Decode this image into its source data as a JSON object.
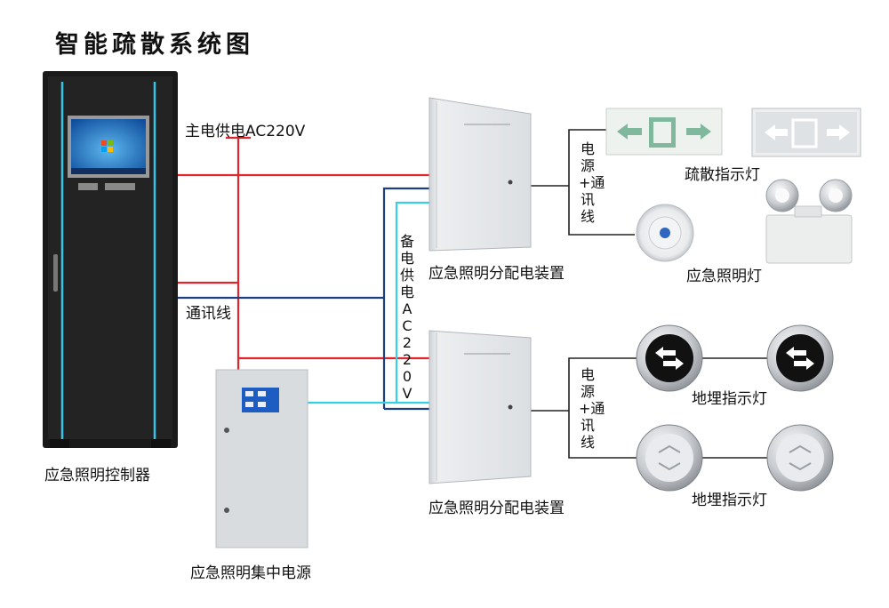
{
  "title": "智能疏散系统图",
  "labels": {
    "main_power": "主电供电AC220V",
    "comm_line": "通讯线",
    "backup_power": "备电供电AC220V",
    "controller": "应急照明控制器",
    "central_power": "应急照明集中电源",
    "dist_device_1": "应急照明分配电装置",
    "dist_device_2": "应急照明分配电装置",
    "power_comm_1": "电源+通讯线",
    "power_comm_2": "电源+通讯线",
    "evac_sign": "疏散指示灯",
    "emergency_light": "应急照明灯",
    "floor_indicator_1": "地埋指示灯",
    "floor_indicator_2": "地埋指示灯"
  },
  "colors": {
    "main_power_line": "#e0262b",
    "backup_power_line": "#35d0e6",
    "comm_line": "#1c3f80",
    "load_line": "#222222",
    "cabinet": "#1a1a1a",
    "cabinet_glow": "#39c3e8",
    "box": "#e6e8ea"
  }
}
